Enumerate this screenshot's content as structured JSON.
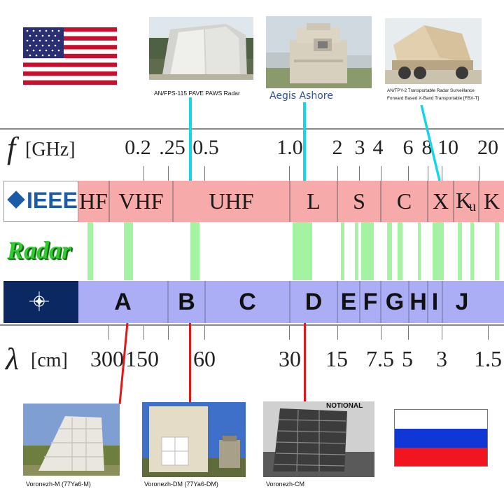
{
  "flags": {
    "usa": "United States flag",
    "russia": "Russian flag"
  },
  "top_captions": {
    "pave_paws": "AN/FPS-115 PAVE PAWS Radar",
    "aegis": "Aegis Ashore",
    "tpy2_line1": "AN/TPY-2 Transportable Radar Surveillance",
    "tpy2_line2": "Forward Based X-Band Transportable [FBX-T]"
  },
  "bottom_captions": {
    "voronezh_m": "Voronezh-M (77Ya6-M)",
    "voronezh_dm": "Voronezh-DM (77Ya6-DM)",
    "voronezh_cm": "Voronezh-CM",
    "notional": "NOTIONAL"
  },
  "frequency_axis": {
    "symbol": "f",
    "unit": "[GHz]",
    "ticks": [
      "0.2",
      ".25",
      "0.5",
      "1.0",
      "2",
      "3",
      "4",
      "6",
      "8",
      "10",
      "20"
    ]
  },
  "ieee_row": {
    "logo_text": "IEEE",
    "bands": [
      "HF",
      "VHF",
      "UHF",
      "L",
      "S",
      "C",
      "X",
      "K",
      "u",
      "K"
    ]
  },
  "radar_row": {
    "label": "Radar"
  },
  "nato_row": {
    "bands": [
      "A",
      "B",
      "C",
      "D",
      "E",
      "F",
      "G",
      "H",
      "I",
      "J"
    ]
  },
  "wavelength_axis": {
    "symbol": "λ",
    "unit": "[cm]",
    "ticks": [
      "300",
      "150",
      "60",
      "30",
      "15",
      "7.5",
      "5",
      "3",
      "1.5"
    ]
  },
  "colors": {
    "ieee_band": "#f6aaa9",
    "nato_band": "#acaef5",
    "radar_green": "#a4f3a3",
    "radar_label": "#2ecc2e",
    "ieee_blue": "#1b5ba8",
    "nato_navy": "#0b2862",
    "cyan_line": "#14d6e6",
    "red_line": "#e01818"
  }
}
